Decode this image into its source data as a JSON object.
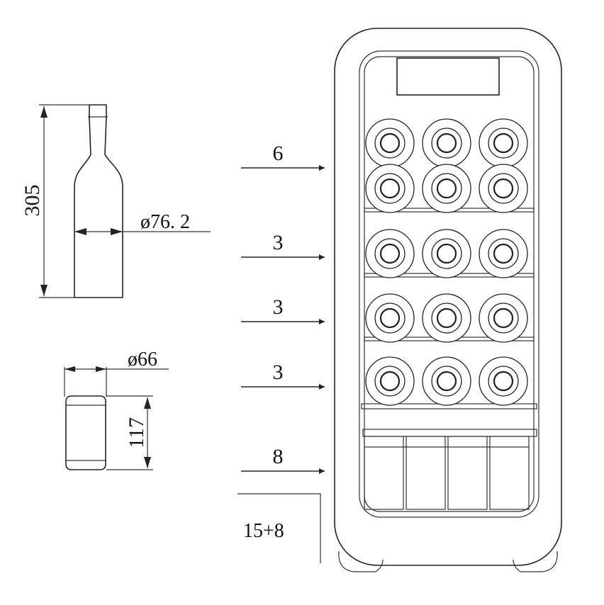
{
  "bottle": {
    "height_label": "305",
    "diameter_label": "ø76. 2"
  },
  "can": {
    "diameter_label": "ø66",
    "height_label": "117"
  },
  "shelves": [
    {
      "label": "6"
    },
    {
      "label": "3"
    },
    {
      "label": "3"
    },
    {
      "label": "3"
    },
    {
      "label": "8"
    }
  ],
  "total_label": "15+8"
}
